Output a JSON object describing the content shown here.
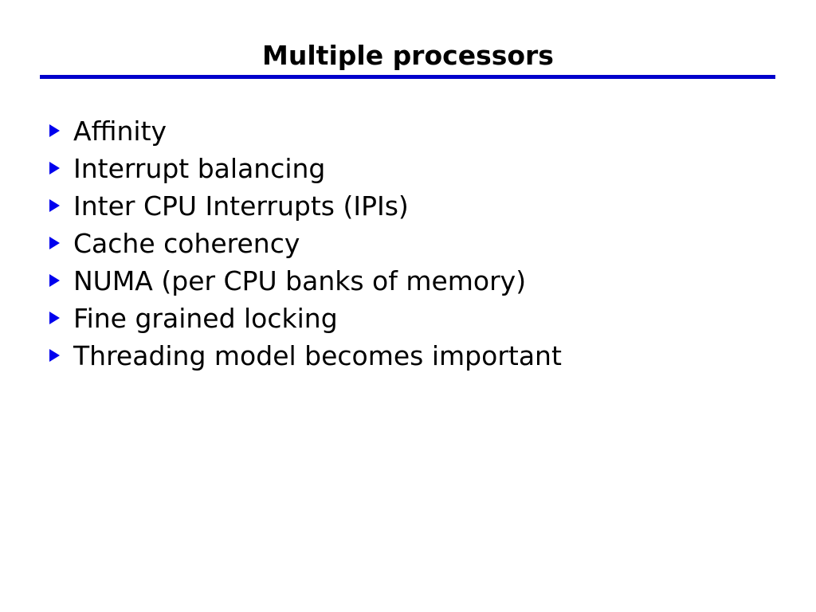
{
  "slide": {
    "title": "Multiple processors",
    "rule_color": "#0000cc",
    "bullet_marker_color": "#0000ee",
    "text_color": "#000000",
    "background_color": "#ffffff",
    "bullets": [
      {
        "marker": "triangle-right-bullet-icon",
        "label": "Affinity"
      },
      {
        "marker": "triangle-right-bullet-icon",
        "label": "Interrupt balancing"
      },
      {
        "marker": "triangle-right-bullet-icon",
        "label": "Inter CPU Interrupts (IPIs)"
      },
      {
        "marker": "triangle-right-bullet-icon",
        "label": "Cache coherency"
      },
      {
        "marker": "triangle-right-bullet-icon",
        "label": "NUMA (per CPU banks of memory)"
      },
      {
        "marker": "triangle-right-bullet-icon",
        "label": "Fine grained locking"
      },
      {
        "marker": "triangle-right-bullet-icon",
        "label": "Threading model becomes important"
      }
    ]
  }
}
